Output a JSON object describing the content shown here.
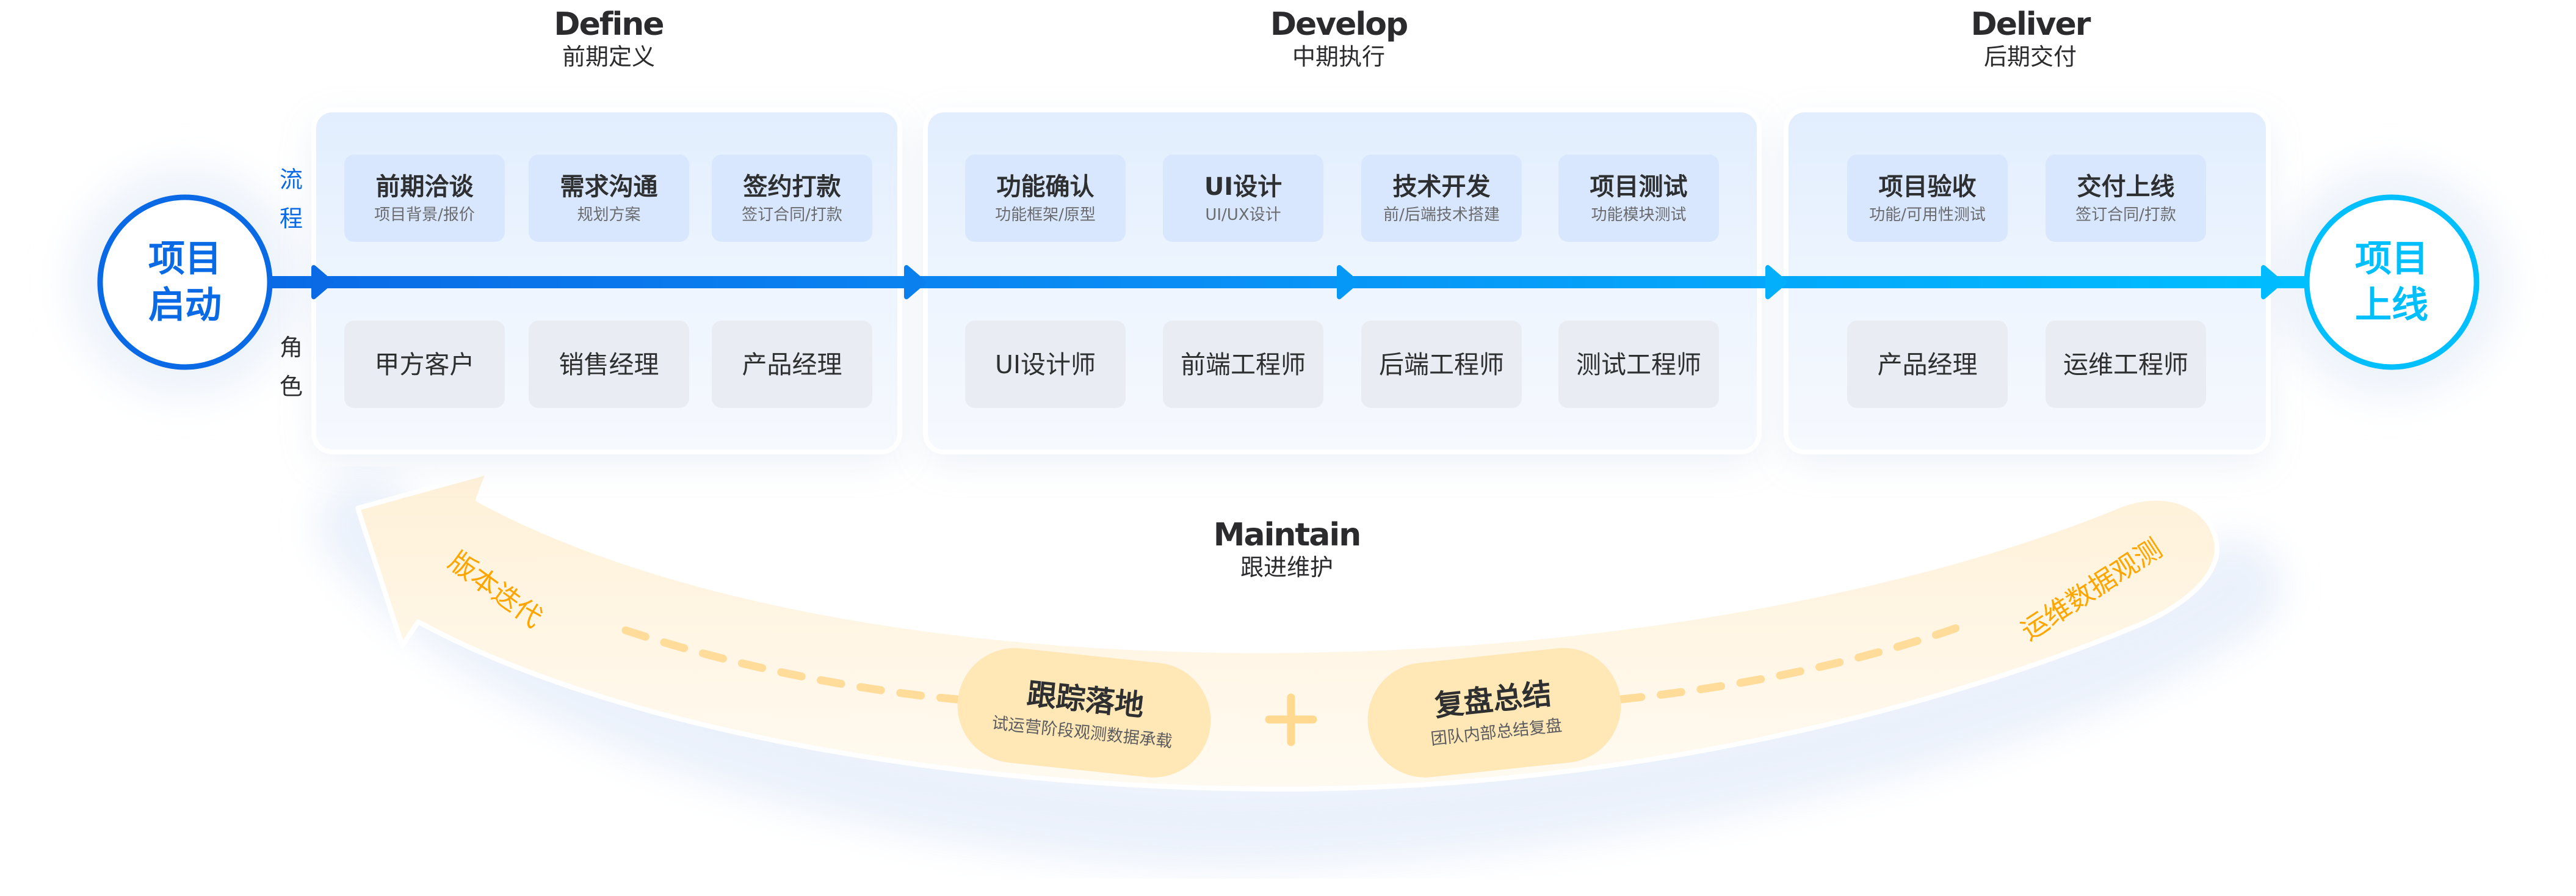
{
  "colors": {
    "start_blue": "#0a6ae6",
    "end_cyan": "#00bfff",
    "process_card": "#d8e7fd",
    "role_card": "#e9ecf2",
    "arc_fill": "#fff6e4",
    "pill_fill": "#ffe7b6",
    "accent_orange": "#ffa500",
    "dash_color": "#ffdc99"
  },
  "start_node": {
    "line1": "项目",
    "line2": "启动"
  },
  "end_node": {
    "line1": "项目",
    "line2": "上线"
  },
  "side_labels": {
    "flow": "流程",
    "flow_chars": [
      "流",
      "程"
    ],
    "role": "角色",
    "role_chars": [
      "角",
      "色"
    ]
  },
  "phases": [
    {
      "title_en": "Define",
      "title_cn": "前期定义",
      "process": [
        {
          "title": "前期洽谈",
          "sub": "项目背景/报价"
        },
        {
          "title": "需求沟通",
          "sub": "规划方案"
        },
        {
          "title": "签约打款",
          "sub": "签订合同/打款"
        }
      ],
      "roles": [
        "甲方客户",
        "销售经理",
        "产品经理"
      ]
    },
    {
      "title_en": "Develop",
      "title_cn": "中期执行",
      "process": [
        {
          "title": "功能确认",
          "sub": "功能框架/原型"
        },
        {
          "title": "UI设计",
          "sub": "UI/UX设计"
        },
        {
          "title": "技术开发",
          "sub": "前/后端技术搭建"
        },
        {
          "title": "项目测试",
          "sub": "功能模块测试"
        }
      ],
      "roles": [
        "UI设计师",
        "前端工程师",
        "后端工程师",
        "测试工程师"
      ]
    },
    {
      "title_en": "Deliver",
      "title_cn": "后期交付",
      "process": [
        {
          "title": "项目验收",
          "sub": "功能/可用性测试"
        },
        {
          "title": "交付上线",
          "sub": "签订合同/打款"
        }
      ],
      "roles": [
        "产品经理",
        "运维工程师"
      ]
    }
  ],
  "maintain": {
    "title_en": "Maintain",
    "title_cn": "跟进维护",
    "left_label": "版本迭代",
    "right_label": "运维数据观测",
    "pills": [
      {
        "title": "跟踪落地",
        "sub": "试运营阶段观测数据承载"
      },
      {
        "title": "复盘总结",
        "sub": "团队内部总结复盘"
      }
    ],
    "plus": "+"
  }
}
